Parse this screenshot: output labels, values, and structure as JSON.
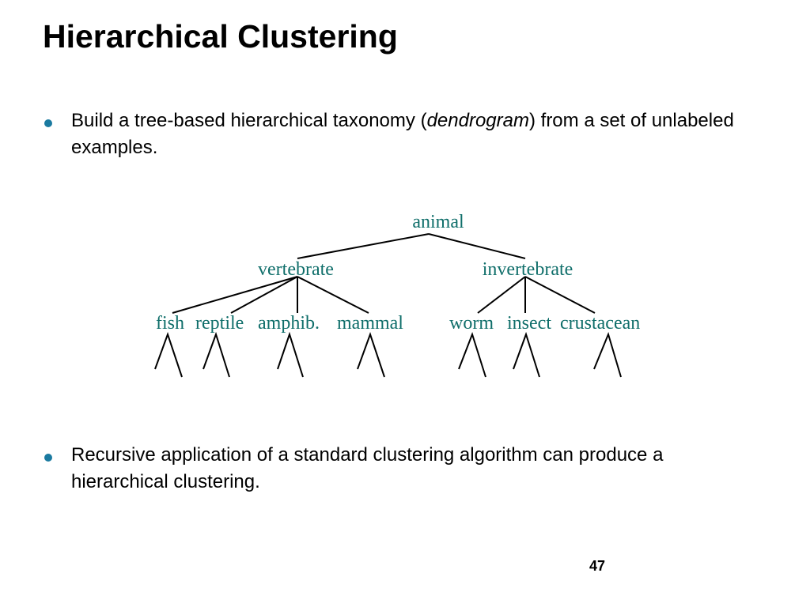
{
  "slide": {
    "title": "Hierarchical Clustering",
    "page_number": "47"
  },
  "bullets": [
    {
      "before": "Build a tree-based hierarchical taxonomy (",
      "emphasis": "dendrogram",
      "after": ") from a set of unlabeled examples."
    },
    {
      "text": "Recursive application of a standard clustering algorithm can produce a hierarchical clustering."
    }
  ],
  "dendrogram": {
    "root": "animal",
    "groups": [
      {
        "label": "vertebrate",
        "children": [
          "fish",
          "reptile",
          "amphib.",
          "mammal"
        ]
      },
      {
        "label": "invertebrate",
        "children": [
          "worm",
          "insect",
          "crustacean"
        ]
      }
    ]
  },
  "colors": {
    "bullet": "#1a7aa0",
    "tree_label": "#0f6e6a",
    "text": "#000000"
  }
}
